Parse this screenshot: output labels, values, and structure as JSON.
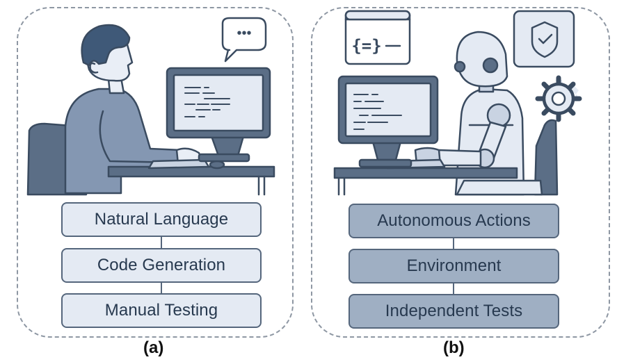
{
  "panel_a": {
    "steps": [
      "Natural Language",
      "Code Generation",
      "Manual Testing"
    ],
    "caption": "(a)",
    "speech_bubble": "•••"
  },
  "panel_b": {
    "steps": [
      "Autonomous Actions",
      "Environment",
      "Independent Tests"
    ],
    "caption": "(b)",
    "code_icon": "{=}"
  },
  "icons": [
    "speech-bubble-icon",
    "code-window-icon",
    "shield-check-icon",
    "gear-icon"
  ],
  "colors": {
    "outline": "#3a4b60",
    "panel_a_box": "#e4eaf3",
    "panel_b_box": "#9fafc3",
    "dashed_frame": "#8e97a3"
  }
}
